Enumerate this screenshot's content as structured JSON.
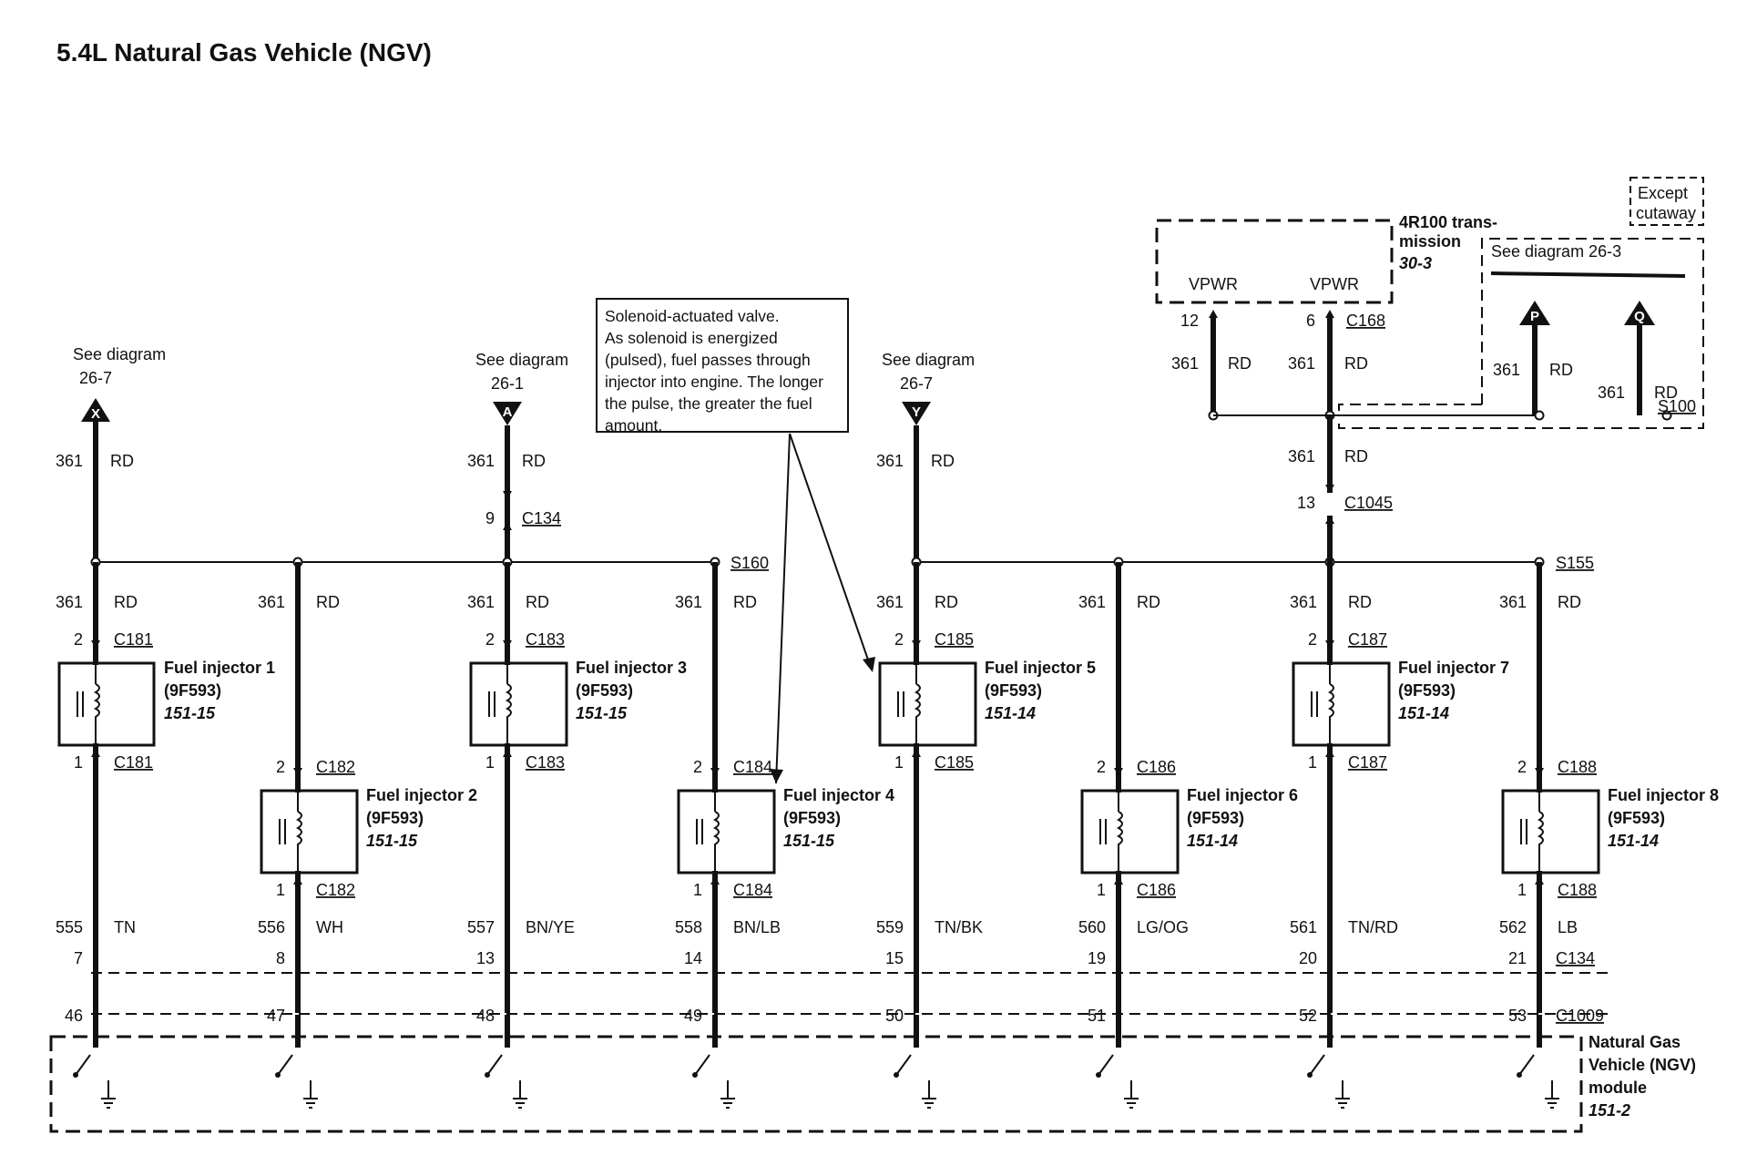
{
  "title": "5.4L Natural Gas Vehicle (NGV)",
  "see_diagram_label": "See diagram",
  "feeds": [
    {
      "ref": "26-7",
      "letter": "X"
    },
    {
      "ref": "26-1",
      "letter": "A"
    },
    {
      "ref": "26-7",
      "letter": "Y"
    }
  ],
  "note_lines": [
    "Solenoid-actuated valve.",
    "As solenoid is energized",
    "(pulsed), fuel passes through",
    "injector into engine. The longer",
    "the pulse, the greater the fuel",
    "amount."
  ],
  "splices": [
    "S160",
    "S155",
    "S100"
  ],
  "c134_top": {
    "pin": "9",
    "connector": "C134"
  },
  "c1045": {
    "pin": "13",
    "connector": "C1045"
  },
  "power_wire": {
    "circuit": "361",
    "color": "RD"
  },
  "transmission": {
    "name_line1": "4R100 trans-",
    "name_line2": "mission",
    "ref": "30-3",
    "pin_label": "VPWR",
    "pins": [
      "12",
      "6"
    ],
    "connector": "C168"
  },
  "cutaway": {
    "except_line1": "Except",
    "except_line2": "cutaway",
    "see": "See diagram 26-3",
    "letters": [
      "P",
      "Q"
    ]
  },
  "injectors": [
    {
      "name": "Fuel injector 1",
      "part": "(9F593)",
      "ref": "151-15",
      "connector": "C181",
      "top_pin": "2",
      "bottom_pin": "1",
      "circuit": "555",
      "color": "TN",
      "c134_pin": "7",
      "module_pin": "46"
    },
    {
      "name": "Fuel injector 2",
      "part": "(9F593)",
      "ref": "151-15",
      "connector": "C182",
      "top_pin": "2",
      "bottom_pin": "1",
      "circuit": "556",
      "color": "WH",
      "c134_pin": "8",
      "module_pin": "47"
    },
    {
      "name": "Fuel injector 3",
      "part": "(9F593)",
      "ref": "151-15",
      "connector": "C183",
      "top_pin": "2",
      "bottom_pin": "1",
      "circuit": "557",
      "color": "BN/YE",
      "c134_pin": "13",
      "module_pin": "48"
    },
    {
      "name": "Fuel injector 4",
      "part": "(9F593)",
      "ref": "151-15",
      "connector": "C184",
      "top_pin": "2",
      "bottom_pin": "1",
      "circuit": "558",
      "color": "BN/LB",
      "c134_pin": "14",
      "module_pin": "49"
    },
    {
      "name": "Fuel injector 5",
      "part": "(9F593)",
      "ref": "151-14",
      "connector": "C185",
      "top_pin": "2",
      "bottom_pin": "1",
      "circuit": "559",
      "color": "TN/BK",
      "c134_pin": "15",
      "module_pin": "50"
    },
    {
      "name": "Fuel injector 6",
      "part": "(9F593)",
      "ref": "151-14",
      "connector": "C186",
      "top_pin": "2",
      "bottom_pin": "1",
      "circuit": "560",
      "color": "LG/OG",
      "c134_pin": "19",
      "module_pin": "51"
    },
    {
      "name": "Fuel injector 7",
      "part": "(9F593)",
      "ref": "151-14",
      "connector": "C187",
      "top_pin": "2",
      "bottom_pin": "1",
      "circuit": "561",
      "color": "TN/RD",
      "c134_pin": "20",
      "module_pin": "52"
    },
    {
      "name": "Fuel injector 8",
      "part": "(9F593)",
      "ref": "151-14",
      "connector": "C188",
      "top_pin": "2",
      "bottom_pin": "1",
      "circuit": "562",
      "color": "LB",
      "c134_pin": "21",
      "module_pin": "53"
    }
  ],
  "bottom_connectors": {
    "c134": "C134",
    "c1009": "C1009"
  },
  "module": {
    "line1": "Natural Gas",
    "line2": "Vehicle (NGV)",
    "line3": "module",
    "ref": "151-2"
  }
}
